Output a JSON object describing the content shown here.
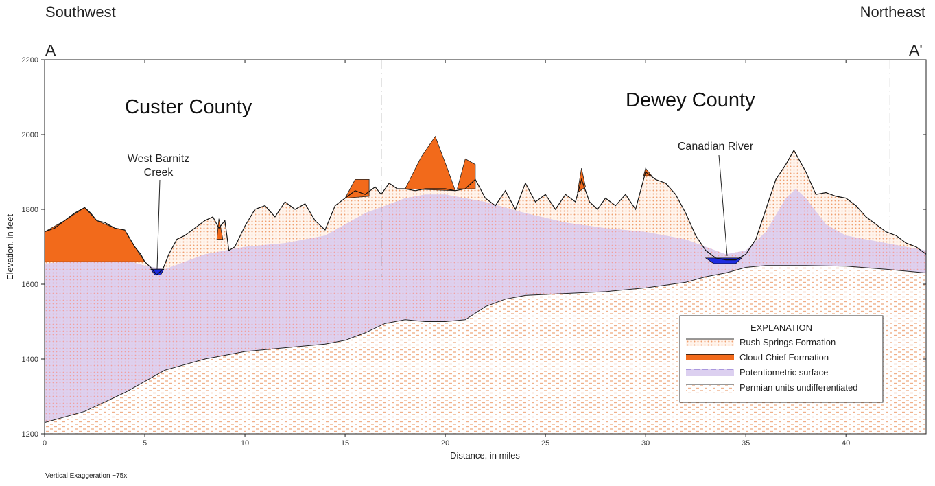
{
  "orientation": {
    "left": "Southwest",
    "right": "Northeast"
  },
  "section_ends": {
    "start": "A",
    "end": "A'"
  },
  "counties": [
    "Custer County",
    "Dewey County"
  ],
  "features": {
    "creek": [
      "West Barnitz",
      "Creek"
    ],
    "river": "Canadian River"
  },
  "legend": {
    "title": "EXPLANATION",
    "items": [
      {
        "label": "Rush Springs Formation"
      },
      {
        "label": "Cloud Chief Formation"
      },
      {
        "label": "Potentiometric surface"
      },
      {
        "label": "Permian units undifferentiated"
      }
    ]
  },
  "note": "Vertical Exaggeration ~75x",
  "colors": {
    "cloud_chief": "#f26a1b",
    "rush_dots": "#f0a070",
    "potentiometric": "#d8c8ea",
    "permian_dash": "#f0b08a",
    "water": "#1d2be0",
    "outline": "#111111"
  },
  "chart_data": {
    "type": "area",
    "xlabel": "Distance, in miles",
    "ylabel": "Elevation, in feet",
    "xlim": [
      0,
      44
    ],
    "ylim": [
      1200,
      2200
    ],
    "x_ticks": [
      0,
      5,
      10,
      15,
      20,
      25,
      30,
      35,
      40
    ],
    "y_ticks": [
      1200,
      1400,
      1600,
      1800,
      2000,
      2200
    ],
    "county_boundaries": [
      16.8,
      42.2
    ],
    "land_surface": [
      [
        0,
        1740
      ],
      [
        0.5,
        1750
      ],
      [
        1.0,
        1770
      ],
      [
        1.5,
        1790
      ],
      [
        2.0,
        1805
      ],
      [
        2.3,
        1790
      ],
      [
        2.6,
        1770
      ],
      [
        3.0,
        1765
      ],
      [
        3.5,
        1750
      ],
      [
        4.0,
        1745
      ],
      [
        4.5,
        1700
      ],
      [
        4.8,
        1680
      ],
      [
        5.0,
        1660
      ],
      [
        5.3,
        1645
      ],
      [
        5.6,
        1625
      ],
      [
        5.9,
        1640
      ],
      [
        6.2,
        1680
      ],
      [
        6.6,
        1720
      ],
      [
        7.0,
        1730
      ],
      [
        7.5,
        1750
      ],
      [
        8.0,
        1770
      ],
      [
        8.4,
        1780
      ],
      [
        8.7,
        1750
      ],
      [
        9.0,
        1770
      ],
      [
        9.2,
        1690
      ],
      [
        9.5,
        1700
      ],
      [
        10.0,
        1755
      ],
      [
        10.5,
        1800
      ],
      [
        11.0,
        1810
      ],
      [
        11.5,
        1780
      ],
      [
        12.0,
        1820
      ],
      [
        12.5,
        1800
      ],
      [
        13.0,
        1815
      ],
      [
        13.5,
        1770
      ],
      [
        14.0,
        1745
      ],
      [
        14.5,
        1810
      ],
      [
        15.0,
        1830
      ],
      [
        15.5,
        1850
      ],
      [
        16.0,
        1840
      ],
      [
        16.5,
        1860
      ],
      [
        16.8,
        1840
      ],
      [
        17.2,
        1870
      ],
      [
        17.6,
        1855
      ],
      [
        18.0,
        1855
      ],
      [
        18.5,
        1850
      ],
      [
        19.0,
        1855
      ],
      [
        19.5,
        1855
      ],
      [
        20.0,
        1855
      ],
      [
        20.5,
        1850
      ],
      [
        21.0,
        1855
      ],
      [
        21.5,
        1880
      ],
      [
        22.0,
        1830
      ],
      [
        22.5,
        1810
      ],
      [
        23.0,
        1850
      ],
      [
        23.5,
        1800
      ],
      [
        24.0,
        1870
      ],
      [
        24.5,
        1820
      ],
      [
        25.0,
        1840
      ],
      [
        25.5,
        1800
      ],
      [
        26.0,
        1840
      ],
      [
        26.5,
        1820
      ],
      [
        26.8,
        1880
      ],
      [
        27.2,
        1820
      ],
      [
        27.6,
        1800
      ],
      [
        28.0,
        1830
      ],
      [
        28.5,
        1810
      ],
      [
        29.0,
        1840
      ],
      [
        29.5,
        1800
      ],
      [
        30.0,
        1900
      ],
      [
        30.5,
        1880
      ],
      [
        31.0,
        1870
      ],
      [
        31.5,
        1840
      ],
      [
        32.0,
        1790
      ],
      [
        32.5,
        1730
      ],
      [
        33.0,
        1690
      ],
      [
        33.5,
        1670
      ],
      [
        34.0,
        1665
      ],
      [
        34.5,
        1665
      ],
      [
        35.0,
        1680
      ],
      [
        35.5,
        1720
      ],
      [
        36.0,
        1800
      ],
      [
        36.5,
        1880
      ],
      [
        37.0,
        1920
      ],
      [
        37.4,
        1958
      ],
      [
        38.0,
        1900
      ],
      [
        38.5,
        1840
      ],
      [
        39.0,
        1845
      ],
      [
        39.5,
        1835
      ],
      [
        40.0,
        1830
      ],
      [
        40.5,
        1810
      ],
      [
        41.0,
        1780
      ],
      [
        41.5,
        1760
      ],
      [
        42.0,
        1740
      ],
      [
        42.5,
        1730
      ],
      [
        43.0,
        1710
      ],
      [
        43.5,
        1700
      ],
      [
        44.0,
        1680
      ]
    ],
    "cloud_chief_tops": [
      [
        [
          0,
          1740
        ],
        [
          1.0,
          1770
        ],
        [
          2.0,
          1805
        ],
        [
          2.6,
          1770
        ],
        [
          3.5,
          1750
        ],
        [
          4.0,
          1745
        ],
        [
          4.5,
          1700
        ],
        [
          5.0,
          1660
        ],
        [
          0,
          1660
        ]
      ],
      [
        [
          8.6,
          1720
        ],
        [
          8.7,
          1775
        ],
        [
          8.9,
          1720
        ]
      ],
      [
        [
          15.0,
          1830
        ],
        [
          15.5,
          1880
        ],
        [
          16.2,
          1880
        ],
        [
          16.2,
          1835
        ]
      ],
      [
        [
          18.0,
          1855
        ],
        [
          18.8,
          1940
        ],
        [
          19.5,
          1995
        ],
        [
          20.1,
          1910
        ],
        [
          20.5,
          1850
        ]
      ],
      [
        [
          20.6,
          1855
        ],
        [
          21.0,
          1935
        ],
        [
          21.5,
          1920
        ],
        [
          21.5,
          1855
        ]
      ],
      [
        [
          26.6,
          1845
        ],
        [
          26.8,
          1910
        ],
        [
          27.0,
          1860
        ]
      ],
      [
        [
          29.9,
          1890
        ],
        [
          30.0,
          1910
        ],
        [
          30.3,
          1890
        ]
      ]
    ],
    "potentiometric_surface": [
      [
        0,
        1655
      ],
      [
        2,
        1665
      ],
      [
        4,
        1665
      ],
      [
        5,
        1650
      ],
      [
        6,
        1640
      ],
      [
        7,
        1660
      ],
      [
        8,
        1680
      ],
      [
        10,
        1700
      ],
      [
        12,
        1710
      ],
      [
        14,
        1730
      ],
      [
        15,
        1760
      ],
      [
        16,
        1790
      ],
      [
        17,
        1810
      ],
      [
        18,
        1830
      ],
      [
        19,
        1840
      ],
      [
        20,
        1840
      ],
      [
        21,
        1830
      ],
      [
        22,
        1820
      ],
      [
        24,
        1790
      ],
      [
        26,
        1765
      ],
      [
        28,
        1750
      ],
      [
        30,
        1740
      ],
      [
        32,
        1720
      ],
      [
        33,
        1700
      ],
      [
        34,
        1680
      ],
      [
        35,
        1690
      ],
      [
        36,
        1740
      ],
      [
        37,
        1830
      ],
      [
        37.5,
        1855
      ],
      [
        38,
        1830
      ],
      [
        39,
        1760
      ],
      [
        40,
        1730
      ],
      [
        42,
        1710
      ],
      [
        44,
        1690
      ]
    ],
    "permian_top": [
      [
        0,
        1230
      ],
      [
        2,
        1260
      ],
      [
        4,
        1310
      ],
      [
        6,
        1370
      ],
      [
        8,
        1400
      ],
      [
        10,
        1420
      ],
      [
        12,
        1430
      ],
      [
        14,
        1440
      ],
      [
        15,
        1450
      ],
      [
        16,
        1470
      ],
      [
        17,
        1495
      ],
      [
        18,
        1505
      ],
      [
        19,
        1500
      ],
      [
        20,
        1500
      ],
      [
        21,
        1505
      ],
      [
        22,
        1540
      ],
      [
        23,
        1560
      ],
      [
        24,
        1570
      ],
      [
        26,
        1575
      ],
      [
        28,
        1580
      ],
      [
        30,
        1590
      ],
      [
        32,
        1605
      ],
      [
        33,
        1620
      ],
      [
        34,
        1630
      ],
      [
        35,
        1645
      ],
      [
        36,
        1650
      ],
      [
        38,
        1650
      ],
      [
        40,
        1648
      ],
      [
        42,
        1640
      ],
      [
        44,
        1630
      ]
    ],
    "water_bodies": [
      [
        [
          5.3,
          1640
        ],
        [
          5.5,
          1625
        ],
        [
          5.8,
          1625
        ],
        [
          5.95,
          1640
        ]
      ],
      [
        [
          33.0,
          1670
        ],
        [
          33.4,
          1655
        ],
        [
          34.5,
          1655
        ],
        [
          34.8,
          1670
        ]
      ]
    ]
  }
}
